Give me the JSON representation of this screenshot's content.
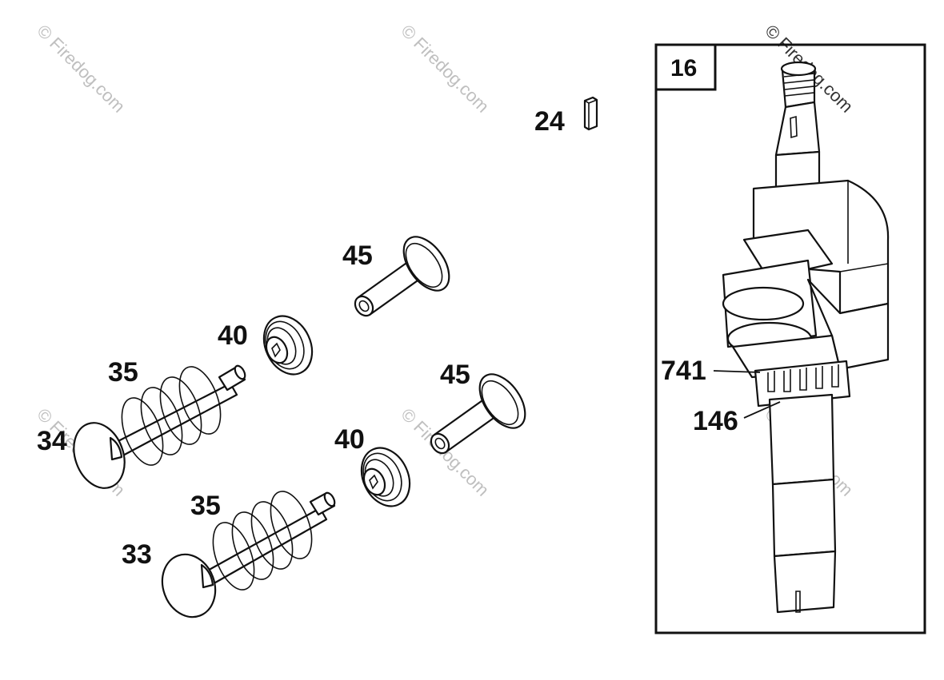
{
  "watermark": "© Firedog.com",
  "callouts": {
    "p24": "24",
    "p45a": "45",
    "p45b": "45",
    "p40a": "40",
    "p40b": "40",
    "p35a": "35",
    "p35b": "35",
    "p34": "34",
    "p33": "33",
    "p16": "16",
    "p741": "741",
    "p146": "146"
  }
}
